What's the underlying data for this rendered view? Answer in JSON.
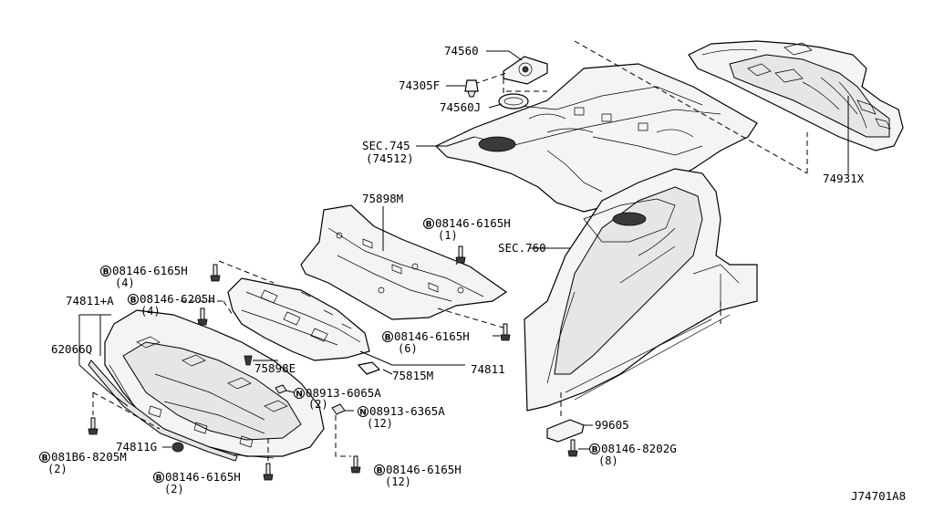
{
  "diagram": {
    "code": "J74701A8",
    "labels": {
      "p74560": "74560",
      "p74305F": "74305F",
      "p74560J": "74560J",
      "sec745": "SEC.745",
      "sec745_sub": "(74512)",
      "p74931X": "74931X",
      "p75898M": "75898M",
      "b08146_6165H_a": "08146-6165H",
      "b08146_6165H_a_qty": "(1)",
      "sec760": "SEC.760",
      "b08146_6165H_b": "08146-6165H",
      "b08146_6165H_b_qty": "(4)",
      "p74811A": "74811+A",
      "b08146_6205H": "08146-6205H",
      "b08146_6205H_qty": "(4)",
      "p62066Q": "62066Q",
      "b08146_6165H_c": "08146-6165H",
      "b08146_6165H_c_qty": "(6)",
      "p75898E": "75898E",
      "p75815M": "75815M",
      "p74811": "74811",
      "n08913_6065A": "08913-6065A",
      "n08913_6065A_qty": "(2)",
      "n08913_6365A": "08913-6365A",
      "n08913_6365A_qty": "(12)",
      "p99605": "99605",
      "b08146_8202G": "08146-8202G",
      "b08146_8202G_qty": "(8)",
      "p74811G": "74811G",
      "b081B6_8205M": "081B6-8205M",
      "b081B6_8205M_qty": "(2)",
      "b08146_6165H_d": "08146-6165H",
      "b08146_6165H_d_qty": "(2)",
      "b08146_6165H_e": "08146-6165H",
      "b08146_6165H_e_qty": "(12)",
      "prefix_b": "B",
      "prefix_n": "N"
    }
  }
}
